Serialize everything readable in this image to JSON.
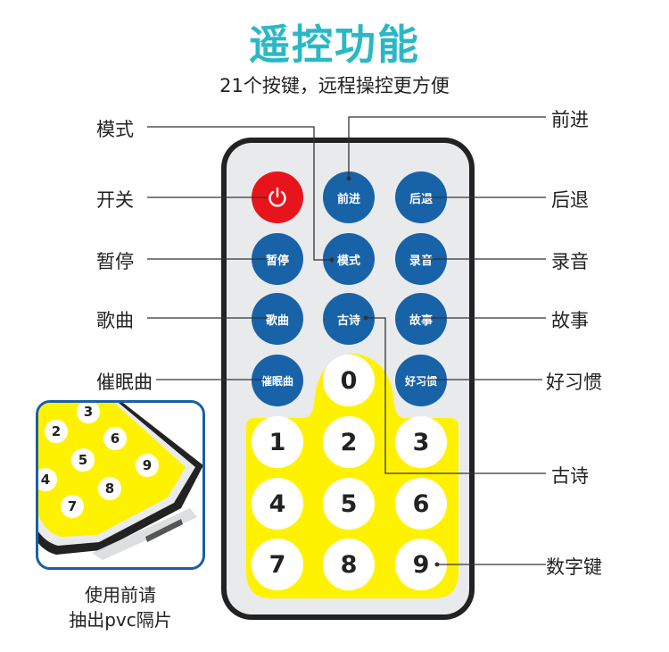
{
  "header": {
    "title": "遥控功能",
    "subtitle": "21个按键，远程操控更方便"
  },
  "buttons": {
    "power_icon": "power-icon",
    "qianjin": "前进",
    "houtui": "后退",
    "zanting": "暂停",
    "moshi": "模式",
    "luyin": "录音",
    "gequ": "歌曲",
    "gushi": "古诗",
    "gushi2": "故事",
    "cuimianqu": "催眠曲",
    "haoxiguan": "好习惯"
  },
  "digits": [
    "0",
    "1",
    "2",
    "3",
    "4",
    "5",
    "6",
    "7",
    "8",
    "9"
  ],
  "labels": {
    "moshi": "模式",
    "kaiguan": "开关",
    "zanting": "暂停",
    "gequ": "歌曲",
    "cuimianqu": "催眠曲",
    "qianjin": "前进",
    "houtui": "后退",
    "luyin": "录音",
    "gushi2": "故事",
    "haoxiguan": "好习惯",
    "gushi": "古诗",
    "shuzijian": "数字键"
  },
  "inset": {
    "digits": [
      "3",
      "2",
      "6",
      "5",
      "9",
      "4",
      "8",
      "7"
    ],
    "caption_line1": "使用前请",
    "caption_line2": "抽出pvc隔片"
  },
  "colors": {
    "title": "#2ab8c6",
    "button_blue": "#1862a8",
    "power_red": "#e8141c",
    "keypad_yellow": "#fff200",
    "inset_border": "#1a5fa4"
  }
}
